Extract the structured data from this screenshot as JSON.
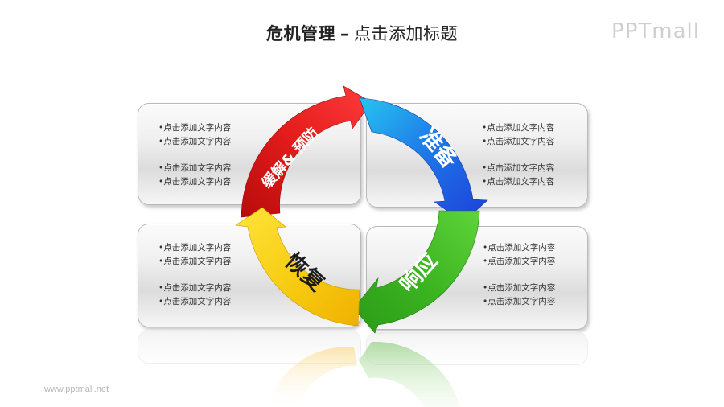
{
  "header": {
    "title_bold": "危机管理",
    "separator": "–",
    "title_rest": "点击添加标题"
  },
  "logo": {
    "text": "PPTmall"
  },
  "footer": {
    "url_text": "www.pptmall.net"
  },
  "cycle": {
    "segments": [
      {
        "label": "缓解& 预防",
        "color": "#e01b1b",
        "text_color": "#ffffff",
        "position": "top-left"
      },
      {
        "label": "准备",
        "color": "#1f74e8",
        "text_color": "#ffffff",
        "position": "top-right"
      },
      {
        "label": "响应",
        "color": "#3cb521",
        "text_color": "#ffffff",
        "position": "bottom-right"
      },
      {
        "label": "恢复",
        "color": "#f6c90e",
        "text_color": "#1a1a1a",
        "position": "bottom-left"
      }
    ]
  },
  "cards": {
    "top_left": {
      "lines": [
        "•点击添加文字内容",
        "•点击添加文字内容",
        "•点击添加文字内容",
        "•点击添加文字内容"
      ]
    },
    "top_right": {
      "lines": [
        "•点击添加文字内容",
        "•点击添加文字内容",
        "•点击添加文字内容",
        "•点击添加文字内容"
      ]
    },
    "bottom_left": {
      "lines": [
        "•点击添加文字内容",
        "•点击添加文字内容",
        "•点击添加文字内容",
        "•点击添加文字内容"
      ]
    },
    "bottom_right": {
      "lines": [
        "•点击添加文字内容",
        "•点击添加文字内容",
        "•点击添加文字内容",
        "•点击添加文字内容"
      ]
    }
  }
}
